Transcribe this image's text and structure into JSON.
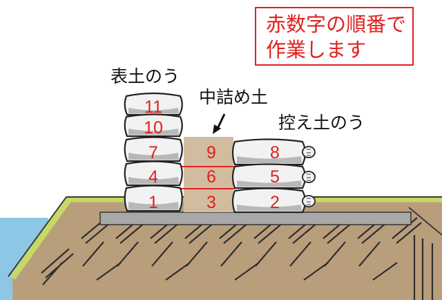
{
  "note": {
    "line1": "赤数字の順番で",
    "line2": "作業します"
  },
  "labels": {
    "face_bags": "表土のう",
    "fill_soil": "中詰め土",
    "back_bags": "控え土のう"
  },
  "bags": {
    "front": [
      "11",
      "10",
      "7",
      "4",
      "1"
    ],
    "fill": [
      "9",
      "6",
      "3"
    ],
    "back": [
      "8",
      "5",
      "2"
    ]
  },
  "colors": {
    "step_number": "#e02020",
    "bag_fill": "#f2f2f2",
    "bag_shadow": "#b8b8b8",
    "fill_soil": "#d2bc9f",
    "ground": "#b99e7c",
    "grass_edge": "#c8d868",
    "base_plate": "#a8a8a8",
    "water": "#8ec7e6"
  }
}
